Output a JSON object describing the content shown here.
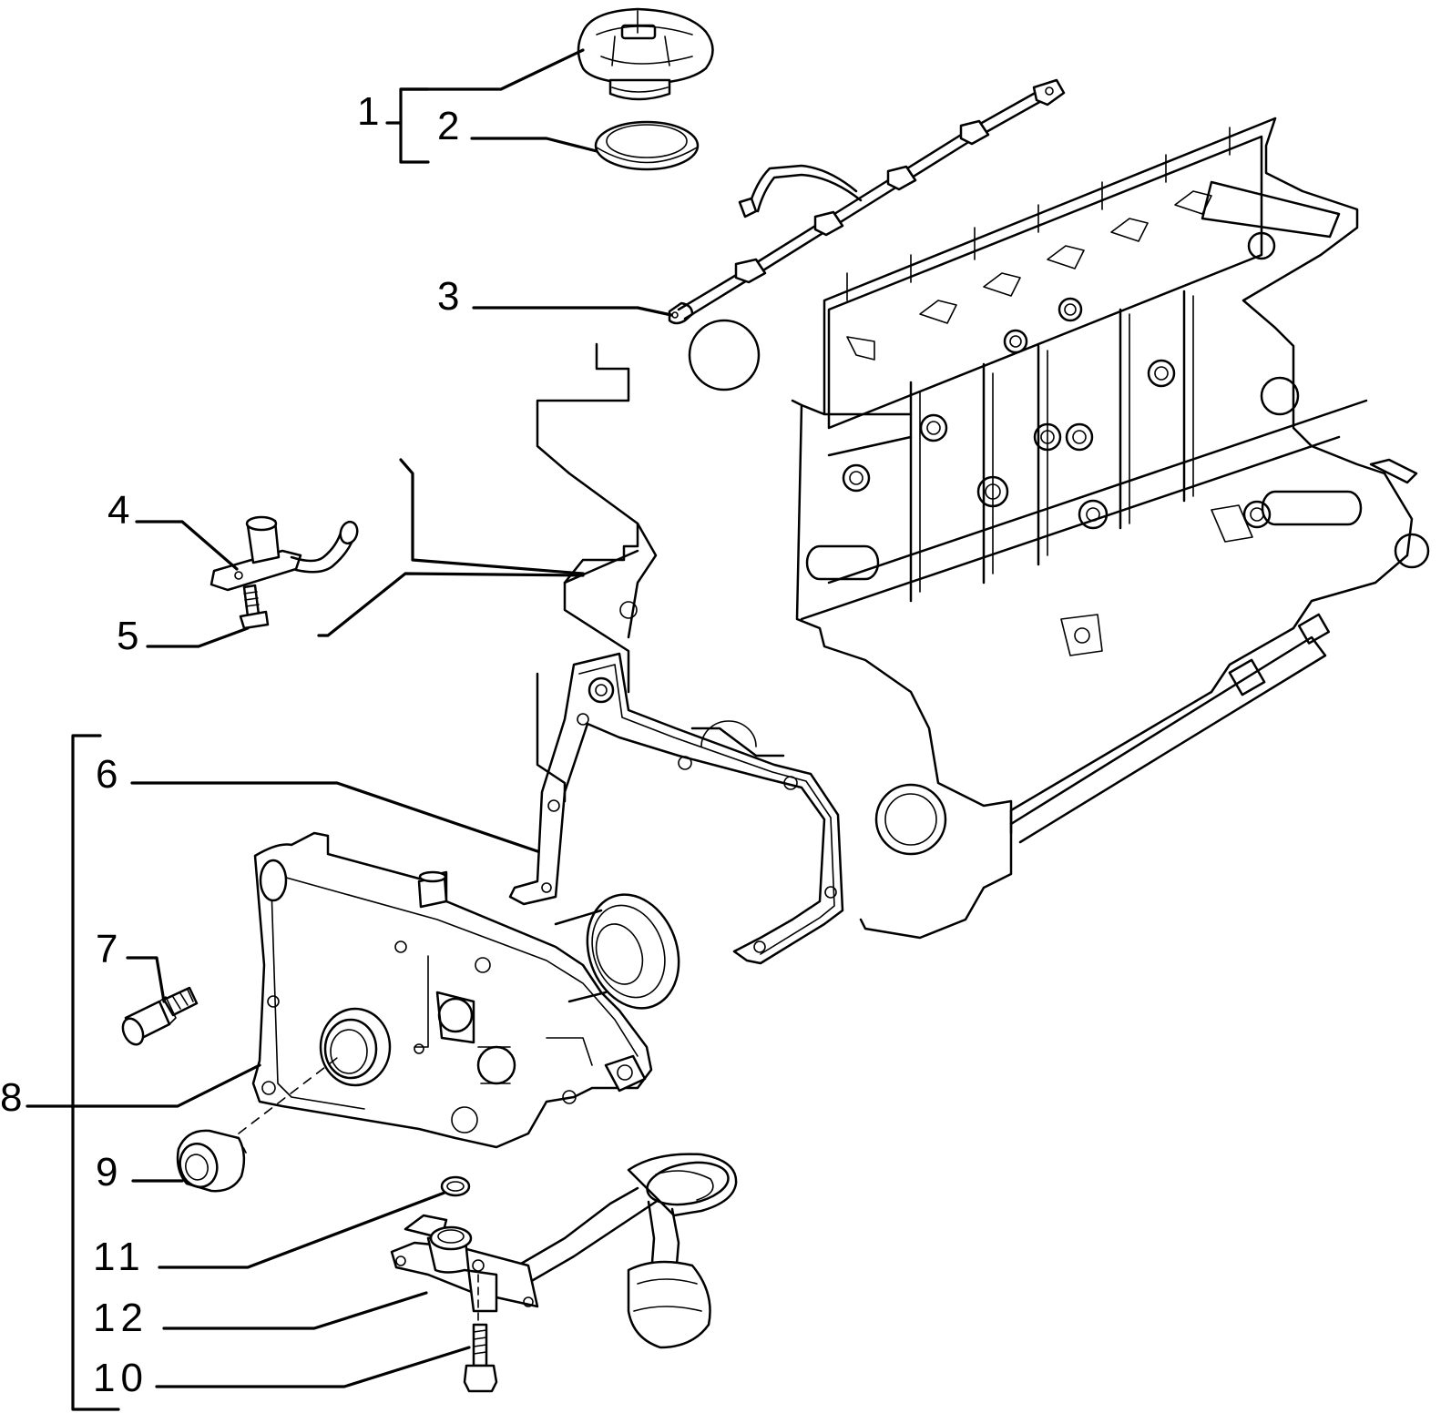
{
  "callouts": {
    "c1": "1",
    "c2": "2",
    "c3": "3",
    "c4": "4",
    "c5": "5",
    "c6": "6",
    "c7": "7",
    "c8": "8",
    "c9": "9",
    "c10": "10",
    "c11": "11",
    "c12": "12"
  },
  "parts": {
    "1": "oil-filler-cap",
    "2": "cap-seal",
    "3": "injector-fuel-rail",
    "4": "sensor-with-pipe",
    "5": "sensor-screw",
    "6": "front-cover-gasket",
    "7": "cover-bolt",
    "8": "oil-pump-front-cover",
    "9": "crankshaft-seal",
    "10": "pickup-bolt",
    "11": "o-ring",
    "12": "oil-pickup-strainer"
  },
  "colors": {
    "ink": "#000000",
    "paper": "#ffffff"
  }
}
